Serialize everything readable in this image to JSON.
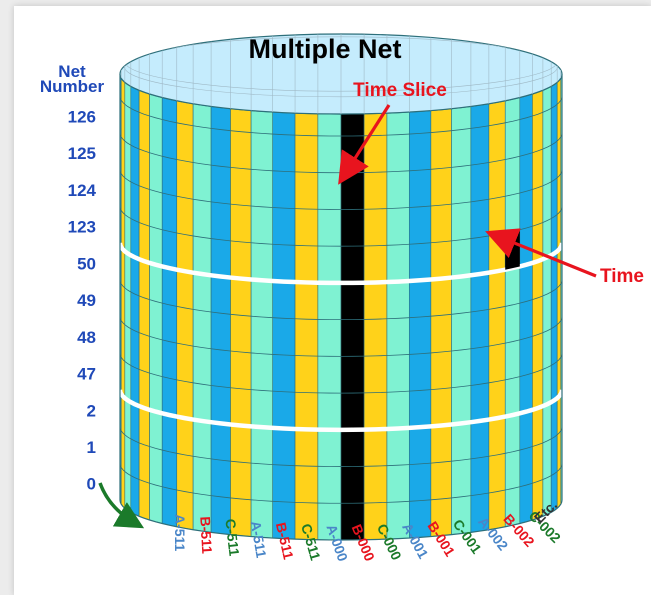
{
  "title": "Multiple Net",
  "net_axis": {
    "heading_line1": "Net",
    "heading_line2": "Number",
    "rows": [
      "126",
      "125",
      "124",
      "123",
      "50",
      "49",
      "48",
      "47",
      "2",
      "1",
      "0"
    ]
  },
  "annotations": {
    "time_slice": "Time Slice",
    "time_partial": "Time"
  },
  "column_labels": [
    {
      "text": "A-511",
      "color": "#4a86c8"
    },
    {
      "text": "B-511",
      "color": "#e8141e"
    },
    {
      "text": "C-511",
      "color": "#1b7a2a"
    },
    {
      "text": "A-511",
      "color": "#4a86c8"
    },
    {
      "text": "B-511",
      "color": "#e8141e"
    },
    {
      "text": "C-511",
      "color": "#1b7a2a"
    },
    {
      "text": "A-000",
      "color": "#4a86c8"
    },
    {
      "text": "B-000",
      "color": "#e8141e"
    },
    {
      "text": "C-000",
      "color": "#1b7a2a"
    },
    {
      "text": "A-001",
      "color": "#4a86c8"
    },
    {
      "text": "B-001",
      "color": "#e8141e"
    },
    {
      "text": "C-001",
      "color": "#1b7a2a"
    },
    {
      "text": "A-002",
      "color": "#4a86c8"
    },
    {
      "text": "B-002",
      "color": "#e8141e"
    },
    {
      "text": "C-002",
      "color": "#1b7a2a"
    }
  ],
  "etc_label": "Etc.",
  "colors": {
    "cyan": "#1aa9e8",
    "yellow": "#ffd21a",
    "mint": "#7ff2d2",
    "black": "#000000",
    "top_fill": "#c5ecfd",
    "grid": "#2e6f7a",
    "title_text": "#000000",
    "net_number_text": "#1f49b8",
    "annotation_text": "#e8141e",
    "arrow_red": "#e8141e",
    "rotation_arrow": "#1b7a2a"
  },
  "stripe_pattern": [
    "cyan",
    "yellow",
    "mint"
  ]
}
